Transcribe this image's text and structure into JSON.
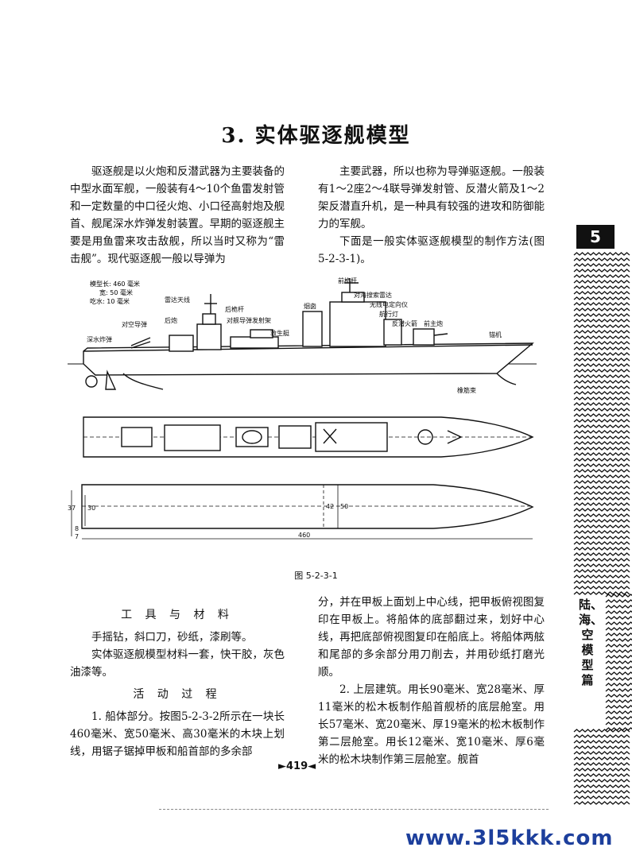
{
  "title": "3. 实体驱逐舰模型",
  "intro": {
    "left": "驱逐舰是以火炮和反潜武器为主要装备的中型水面军舰，一般装有4～10个鱼雷发射管和一定数量的中口径火炮、小口径高射炮及舰首、舰尾深水炸弹发射装置。早期的驱逐舰主要是用鱼雷来攻击敌舰，所以当时又称为“雷击舰”。现代驱逐舰一般以导弹为",
    "right_1": "主要武器，所以也称为导弹驱逐舰。一般装有1～2座2～4联导弹发射管、反潜火箭及1～2架反潜直升机，是一种具有较强的进攻和防御能力的军舰。",
    "right_2": "下面是一般实体驱逐舰模型的制作方法(图5-2-3-1)。"
  },
  "figure": {
    "caption": "图 5-2-3-1",
    "specs": [
      "模型长: 460 毫米",
      "宽: 50 毫米",
      "吃水: 10 毫米"
    ],
    "labels": {
      "foremast": "前桅杆",
      "sea_radar": "对海搜索雷达",
      "radio_df": "无线电定向仪",
      "nav_light": "航行灯",
      "asw_gun": "反潜火箭",
      "front_gun": "前主炮",
      "anchor": "锚机",
      "funnel": "烟囱",
      "radar_ant": "雷达天线",
      "aft_mast": "后桅杆",
      "rear_gun": "后炮",
      "aa_missile": "对空导弹",
      "depth_charge": "深水炸弹",
      "ship_missile": "对舰导弹发射架",
      "lifeboat": "救生艇",
      "rubber_band": "橡筋束"
    },
    "dims": {
      "d37": "37",
      "d30": "30",
      "d42": "42",
      "d50": "50",
      "d460": "460",
      "d8": "8",
      "d7": "7"
    }
  },
  "section_tools": {
    "heading": "工 具 与 材 料",
    "p1": "手摇钻，斜口刀，砂纸，漆刷等。",
    "p2": "实体驱逐舰模型材料一套，快干胶，灰色油漆等。"
  },
  "section_process": {
    "heading": "活 动 过 程",
    "p1": "1. 船体部分。按图5-2-3-2所示在一块长460毫米、宽50毫米、高30毫米的木块上划线，用锯子锯掉甲板和船首部的多余部"
  },
  "right_bottom": {
    "p1": "分，并在甲板上面划上中心线，把甲板俯视图复印在甲板上。将船体的底部翻过来，划好中心线，再把底部俯视图复印在船底上。将船体两舷和尾部的多余部分用刀削去，并用砂纸打磨光顺。",
    "p2": "2. 上层建筑。用长90毫米、宽28毫米、厚11毫米的松木板制作船首舰桥的底层舱室。用长57毫米、宽20毫米、厚19毫米的松木板制作第二层舱室。用长12毫米、宽10毫米、厚6毫米的松木块制作第三层舱室。舰首"
  },
  "side_tab": {
    "number": "5",
    "text": "陆、海、空模型篇"
  },
  "page_number": "►419◄",
  "footer_url": "www.3l5kkk.com"
}
